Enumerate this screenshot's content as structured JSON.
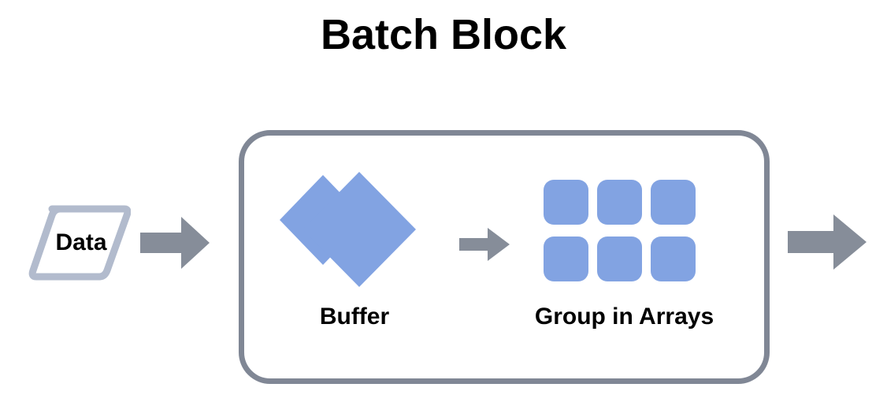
{
  "diagram": {
    "title": "Batch Block",
    "type": "flow-diagram",
    "background_color": "#ffffff",
    "colors": {
      "title_text": "#000000",
      "accent_blue": "#82a3e2",
      "arrow_gray": "#868d99",
      "container_border": "#808795",
      "data_shape_border": "#b2bbcd"
    },
    "input": {
      "label": "Data",
      "shape": "parallelogram",
      "border_color": "#b2bbcd",
      "fill": "#ffffff"
    },
    "arrows": [
      {
        "name": "input-arrow",
        "direction": "right",
        "size": "large",
        "color": "#868d99"
      },
      {
        "name": "buffer-to-group-arrow",
        "direction": "right",
        "size": "small",
        "color": "#868d99"
      },
      {
        "name": "output-arrow",
        "direction": "right",
        "size": "large",
        "color": "#868d99"
      }
    ],
    "process": {
      "name": "batch-block-container",
      "border_color": "#808795",
      "stages": [
        {
          "name": "buffer",
          "label": "Buffer",
          "icon": "stacked-diamonds",
          "shape_count": 3,
          "color": "#82a3e2"
        },
        {
          "name": "group-in-arrays",
          "label": "Group in Arrays",
          "icon": "rounded-square-grid",
          "grid_rows": 2,
          "grid_columns": 3,
          "shape_count": 6,
          "color": "#82a3e2"
        }
      ]
    }
  }
}
